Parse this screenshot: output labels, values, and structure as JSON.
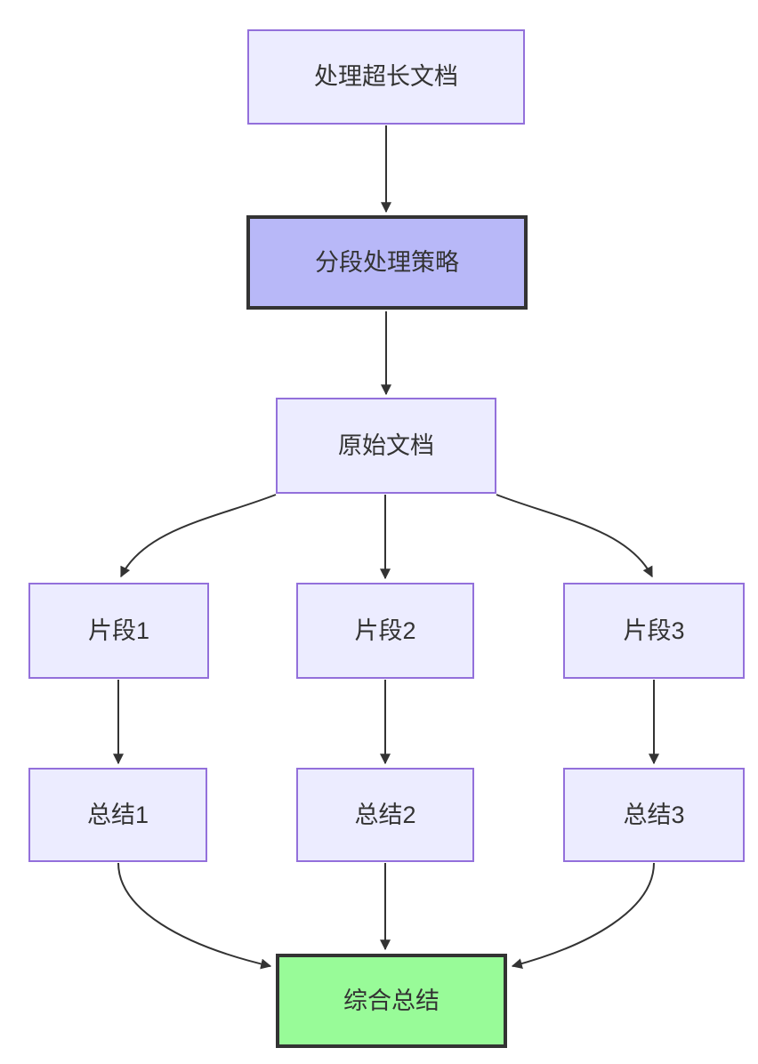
{
  "diagram": {
    "type": "flowchart",
    "direction": "top-down",
    "nodes": [
      {
        "id": "A",
        "label": "处理超长文档",
        "style": "default"
      },
      {
        "id": "B",
        "label": "分段处理策略",
        "style": "highlight-purple"
      },
      {
        "id": "C",
        "label": "原始文档",
        "style": "default"
      },
      {
        "id": "D1",
        "label": "片段1",
        "style": "default"
      },
      {
        "id": "D2",
        "label": "片段2",
        "style": "default"
      },
      {
        "id": "D3",
        "label": "片段3",
        "style": "default"
      },
      {
        "id": "E1",
        "label": "总结1",
        "style": "default"
      },
      {
        "id": "E2",
        "label": "总结2",
        "style": "default"
      },
      {
        "id": "E3",
        "label": "总结3",
        "style": "default"
      },
      {
        "id": "F",
        "label": "综合总结",
        "style": "highlight-green"
      }
    ],
    "edges": [
      {
        "from": "处理超长文档",
        "to": "分段处理策略"
      },
      {
        "from": "分段处理策略",
        "to": "原始文档"
      },
      {
        "from": "原始文档",
        "to": "片段1"
      },
      {
        "from": "原始文档",
        "to": "片段2"
      },
      {
        "from": "原始文档",
        "to": "片段3"
      },
      {
        "from": "片段1",
        "to": "总结1"
      },
      {
        "from": "片段2",
        "to": "总结2"
      },
      {
        "from": "片段3",
        "to": "总结3"
      },
      {
        "from": "总结1",
        "to": "综合总结"
      },
      {
        "from": "总结2",
        "to": "综合总结"
      },
      {
        "from": "总结3",
        "to": "综合总结"
      }
    ],
    "colors": {
      "background": "#ffffff",
      "node_fill": "#ECECFF",
      "node_border": "#9370DB",
      "highlight_purple_fill": "#b8b8f8",
      "highlight_green_fill": "#98FB98",
      "strong_border": "#333333",
      "edge_stroke": "#333333",
      "text": "#333333"
    }
  }
}
